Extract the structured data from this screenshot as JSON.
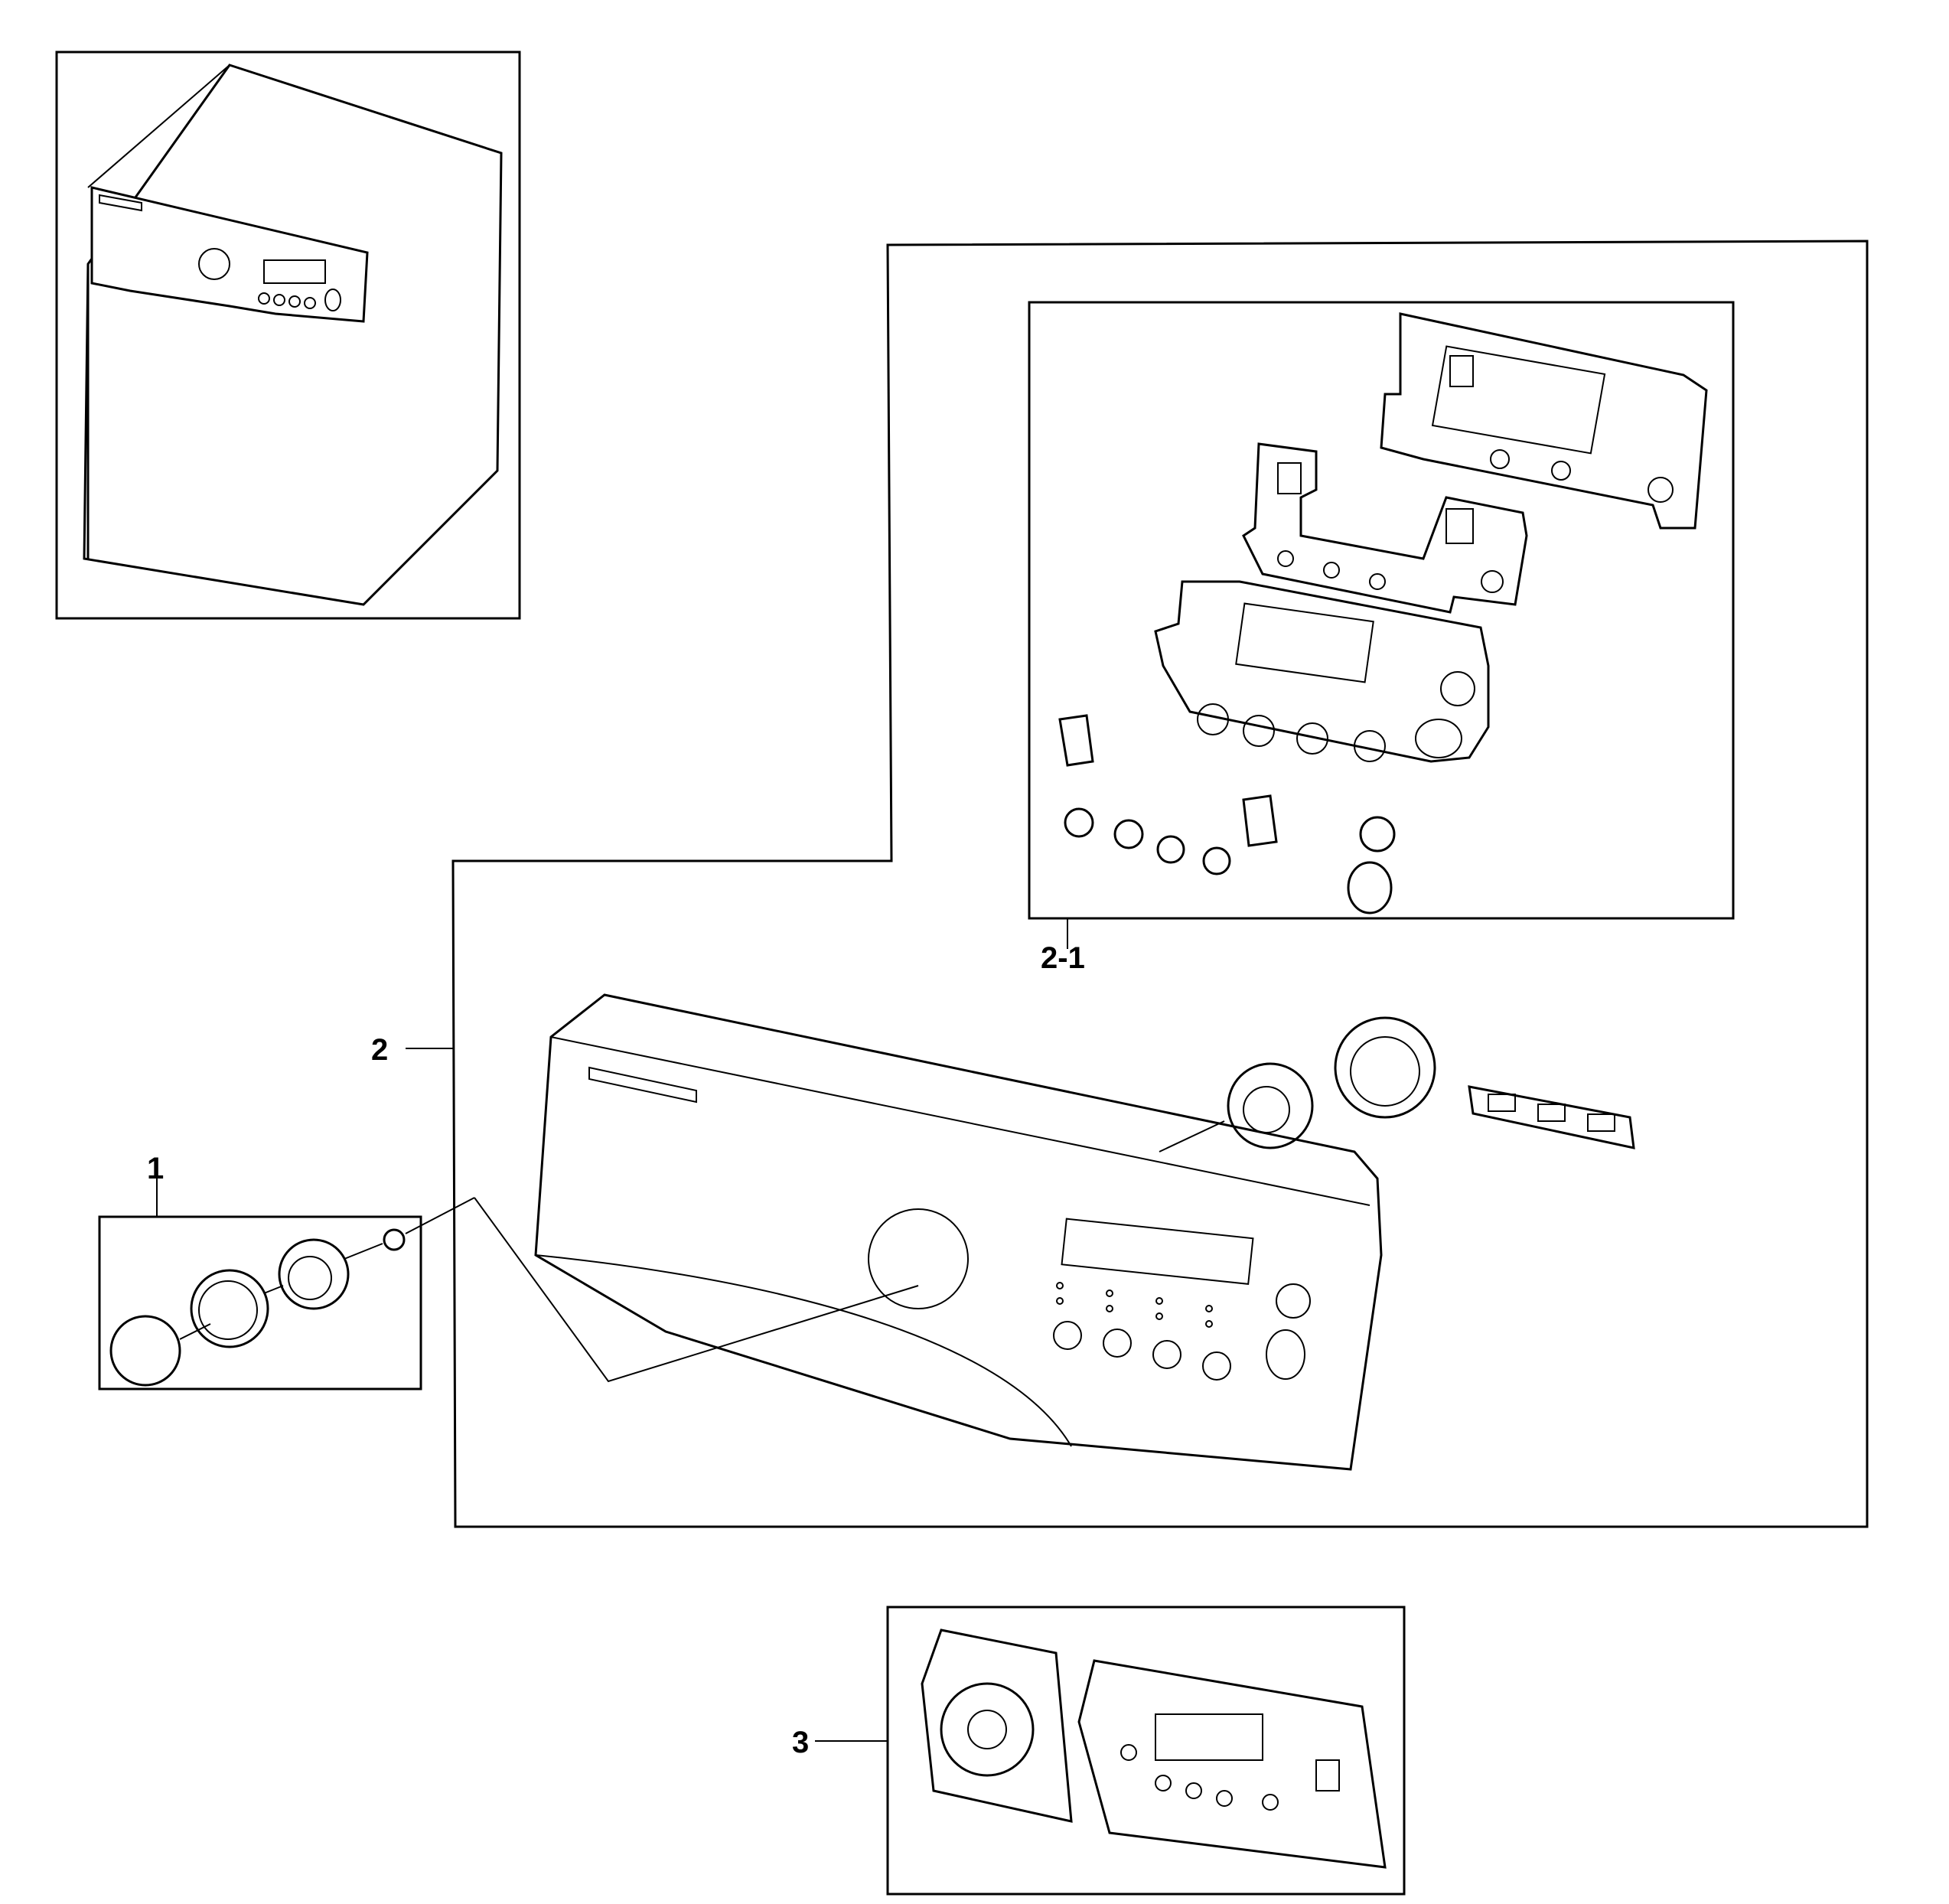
{
  "callouts": {
    "c1": "1",
    "c2": "2",
    "c2_1": "2-1",
    "c3": "3"
  },
  "colors": {
    "line": "#000000",
    "background": "#ffffff"
  },
  "icons": {
    "appliance": "washer-dryer-overview",
    "knob": "control-knob-assembly",
    "panel": "control-panel",
    "pcb": "pcb-assembly"
  }
}
